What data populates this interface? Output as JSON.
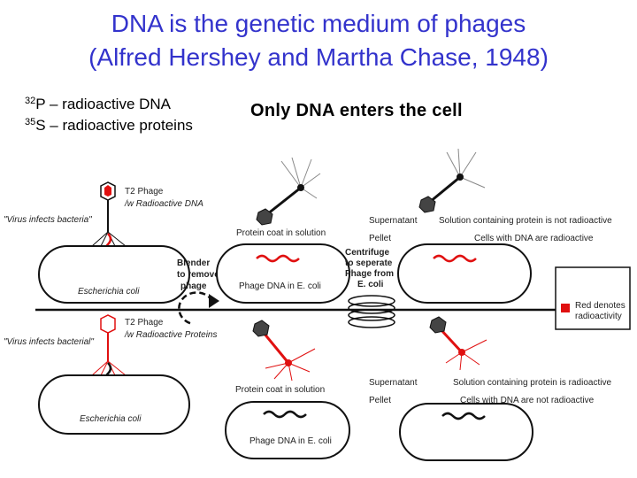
{
  "title": {
    "line1": "DNA is the genetic medium of phages",
    "line2": "(Alfred Hershey and Martha Chase, 1948)"
  },
  "isotopes": {
    "p_mass": "32",
    "p_text": "P – radioactive DNA",
    "s_mass": "35",
    "s_text": "S – radioactive proteins"
  },
  "claim": "Only DNA enters the cell",
  "diagram": {
    "top": {
      "phage_label_1": "T2 Phage",
      "phage_label_2": "/w Radioactive DNA",
      "infects": "\"Virus infects bacteria\"",
      "cell": "Escherichia coli",
      "coat": "Protein coat in solution",
      "dna": "Phage DNA in E. coli",
      "supernatant": "Supernatant",
      "pellet": "Pellet",
      "sup_result": "Solution containing protein is not radioactive",
      "pellet_result": "Cells with DNA are radioactive"
    },
    "bottom": {
      "phage_label_1": "T2 Phage",
      "phage_label_2": "/w Radioactive Proteins",
      "infects": "\"Virus infects bacterial\"",
      "cell": "Escherichia coli",
      "coat": "Protein coat in solution",
      "dna": "Phage DNA in E. coli",
      "supernatant": "Supernatant",
      "pellet": "Pellet",
      "sup_result": "Solution containing protein is radioactive",
      "pellet_result": "Cells with DNA are not radioactive"
    },
    "blender_1": "Blender",
    "blender_2": "to remove",
    "blender_3": "phage",
    "centrifuge_1": "Centrifuge",
    "centrifuge_2": "to seperate",
    "centrifuge_3": "Phage from",
    "centrifuge_4": "E. coli",
    "legend_1": "Red denotes",
    "legend_2": "radioactivity",
    "colors": {
      "radioactive": "#e01010",
      "normal": "#111111",
      "accent": "#3333cc"
    }
  }
}
